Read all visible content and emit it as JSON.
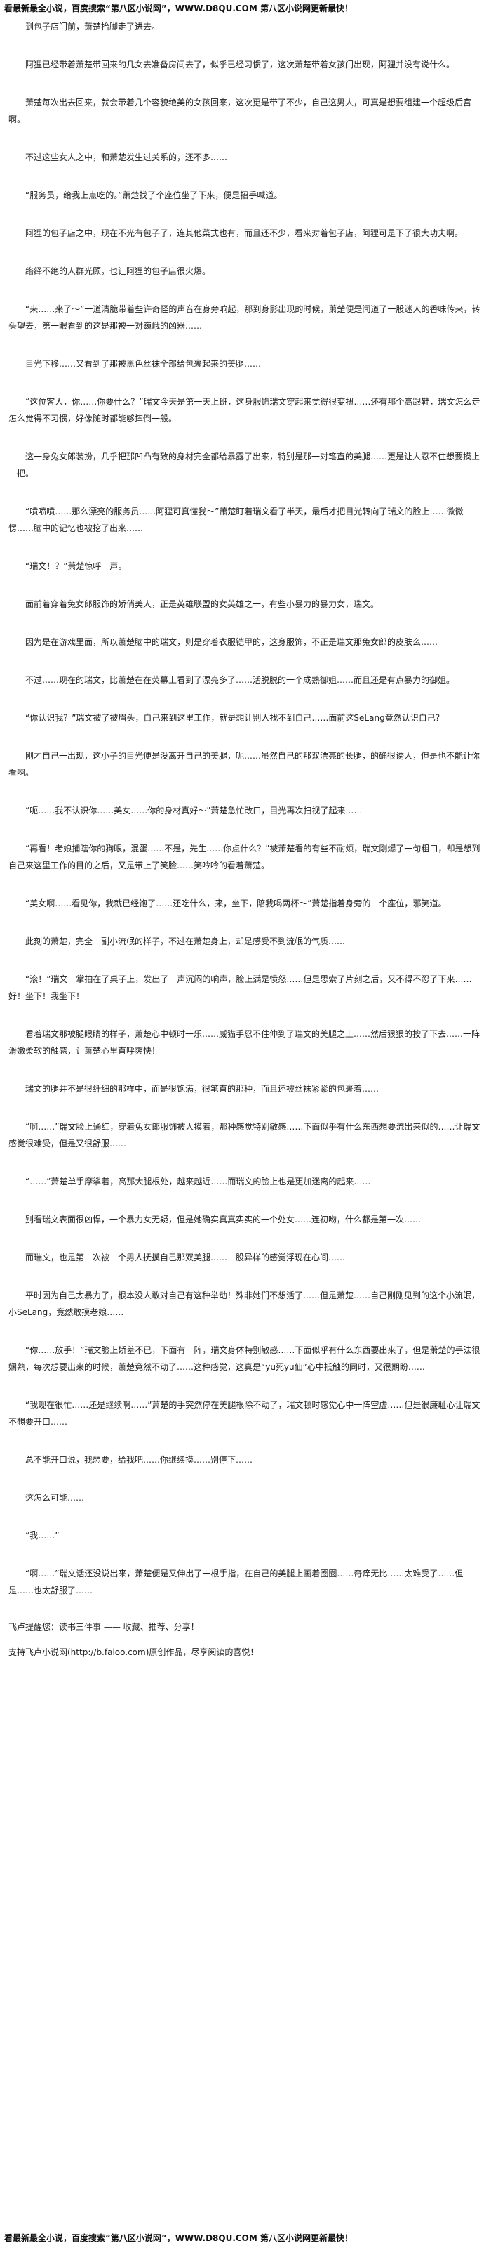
{
  "banner_top": "看最新最全小说，百度搜索“第八区小说网”，WWW.D8QU.COM 第八区小说网更新最快！",
  "paragraphs": [
    "到包子店门前，萧楚抬脚走了进去。",
    "阿狸已经带着萧楚带回来的几女去准备房间去了，似乎已经习惯了，这次萧楚带着女孩门出现，阿狸并没有说什么。",
    "萧楚每次出去回来，就会带着几个容貌绝美的女孩回来，这次更是带了不少，自己这男人，可真是想要组建一个超级后宫啊。",
    "不过这些女人之中，和萧楚发生过关系的，还不多……",
    "“服务员，给我上点吃的。”萧楚找了个座位坐了下来，便是招手喊道。",
    "阿狸的包子店之中，现在不光有包子了，连其他菜式也有，而且还不少，看来对着包子店，阿狸可是下了很大功夫啊。",
    "络绎不绝的人群光顾，也让阿狸的包子店很火爆。",
    "“来……来了～”一道清脆带着些许奇怪的声音在身旁响起，那到身影出现的时候，萧楚便是闻道了一股迷人的香味传来，转头望去，第一眼看到的这是那被一对巍峨的凶器……",
    "目光下移……又看到了那被黑色丝袜全部给包裹起来的美腿……",
    "“这位客人，你……你要什么？”瑞文今天是第一天上班，这身服饰瑞文穿起来觉得很变扭……还有那个高跟鞋，瑞文怎么走怎么觉得不习惯，好像随时都能够摔倒一般。",
    "这一身兔女郎装扮，几乎把那凹凸有致的身材完全都给暴露了出来，特别是那一对笔直的美腿……更是让人忍不住想要摸上一把。",
    "“喷喷喷……那么漂亮的服务员……阿狸可真懂我～”萧楚盯着瑞文看了半天，最后才把目光转向了瑞文的脸上……微微一愣……脑中的记忆也被挖了出来……",
    "“瑞文！？”萧楚惊呼一声。",
    "面前着穿着兔女郎服饰的娇俏美人，正是英雄联盟的女英雄之一，有些小暴力的暴力女，瑞文。",
    "因为是在游戏里面，所以萧楚脑中的瑞文，则是穿着衣服铠甲的，这身服饰，不正是瑞文那兔女郎的皮肤么……",
    "不过……现在的瑞文，比萧楚在在荧幕上看到了漂亮多了……活脱脱的一个成熟御姐……而且还是有点暴力的御姐。",
    "“你认识我？”瑞文被了被眉头，自己来到这里工作，就是想让别人找不到自己……面前这SeLang竟然认识自己？",
    "刚才自己一出现，这小子的目光便是没离开自己的美腿，呃……虽然自己的那双漂亮的长腿，的确很诱人，但是也不能让你看啊。",
    "“呃……我不认识你……美女……你的身材真好～”萧楚急忙改口，目光再次扫视了起来……",
    "“再看！老娘捕瞎你的狗眼，混蛋……不是，先生……你点什么？”被萧楚看的有些不耐烦，瑞文刚爆了一句粗口，却是想到自己来这里工作的目的之后，又是带上了笑脸……笑吟吟的看着萧楚。",
    "“美女啊……看见你，我就已经饱了……还吃什么，来，坐下，陪我喝两杯～”萧楚指着身旁的一个座位，邪笑道。",
    "此刻的萧楚，完全一副小流氓的样子，不过在萧楚身上，却是感受不到流氓的气质……",
    "“滚！”瑞文一掌拍在了桌子上，发出了一声沉闷的响声，脸上满是愤怒……但是思索了片刻之后，又不得不忍了下来……好！坐下！我坐下！",
    "看着瑞文那被腿眼睛的样子，萧楚心中顿时一乐……威猫手忍不住伸到了瑞文的美腿之上……然后狠狠的按了下去……一阵滑嫩柔软的触感，让萧楚心里直呼爽快！",
    "瑞文的腿并不是很纤细的那样中，而是很饱满，很笔直的那种，而且还被丝袜紧紧的包裹着……",
    "“啊……”瑞文脸上通红，穿着兔女郎服饰被人摸着，那种感觉特别敏感……下面似乎有什么东西想要流出来似的……让瑞文感觉很难受，但是又很舒服……",
    "“……”萧楚单手摩挲着，高那大腿根处，越来越近……而瑞文的脸上也是更加迷离的起来……",
    "别看瑞文表面很凶悍，一个暴力女无疑，但是她确实真真实实的一个处女……连初吻，什么都是第一次……",
    "而瑞文，也是第一次被一个男人抚摸自己那双美腿……一股异样的感觉浮现在心间……",
    "平时因为自己太暴力了，根本没人敢对自己有这种举动！殊非她们不想活了……但是萧楚……自己刚刚见到的这个小流氓，小SeLang，竟然敢摸老娘……",
    "“你……放手！”瑞文脸上娇羞不已，下面有一阵，瑞文身体特别敏感……下面似乎有什么东西要出来了，但是萧楚的手法很娴熟，每次想要出来的时候，萧楚竟然不动了……这种感觉，这真是“yu死yu仙”心中抵触的同时，又很期盼……",
    "“我现在很忙……还是继续啊……”萧楚的手突然停在美腿根除不动了，瑞文顿时感觉心中一阵空虚……但是很廉耻心让瑞文不想要开口……",
    "总不能开口说，我想要，给我吧……你继续摸……别停下……",
    "这怎么可能……",
    "“我……”",
    "“啊……”瑞文话还没说出来，萧楚便是又伸出了一根手指，在自己的美腿上画着圈圈……奇痒无比……太难受了……但是……也太舒服了……"
  ],
  "footer_lines": [
    "飞卢提醒您：读书三件事 —— 收藏、推荐、分享！",
    "支持飞卢小说网(http://b.faloo.com)原创作品，尽享阅读的喜悦！"
  ],
  "banner_bottom": "看最新最全小说，百度搜索“第八区小说网”，WWW.D8QU.COM 第八区小说网更新最快！"
}
